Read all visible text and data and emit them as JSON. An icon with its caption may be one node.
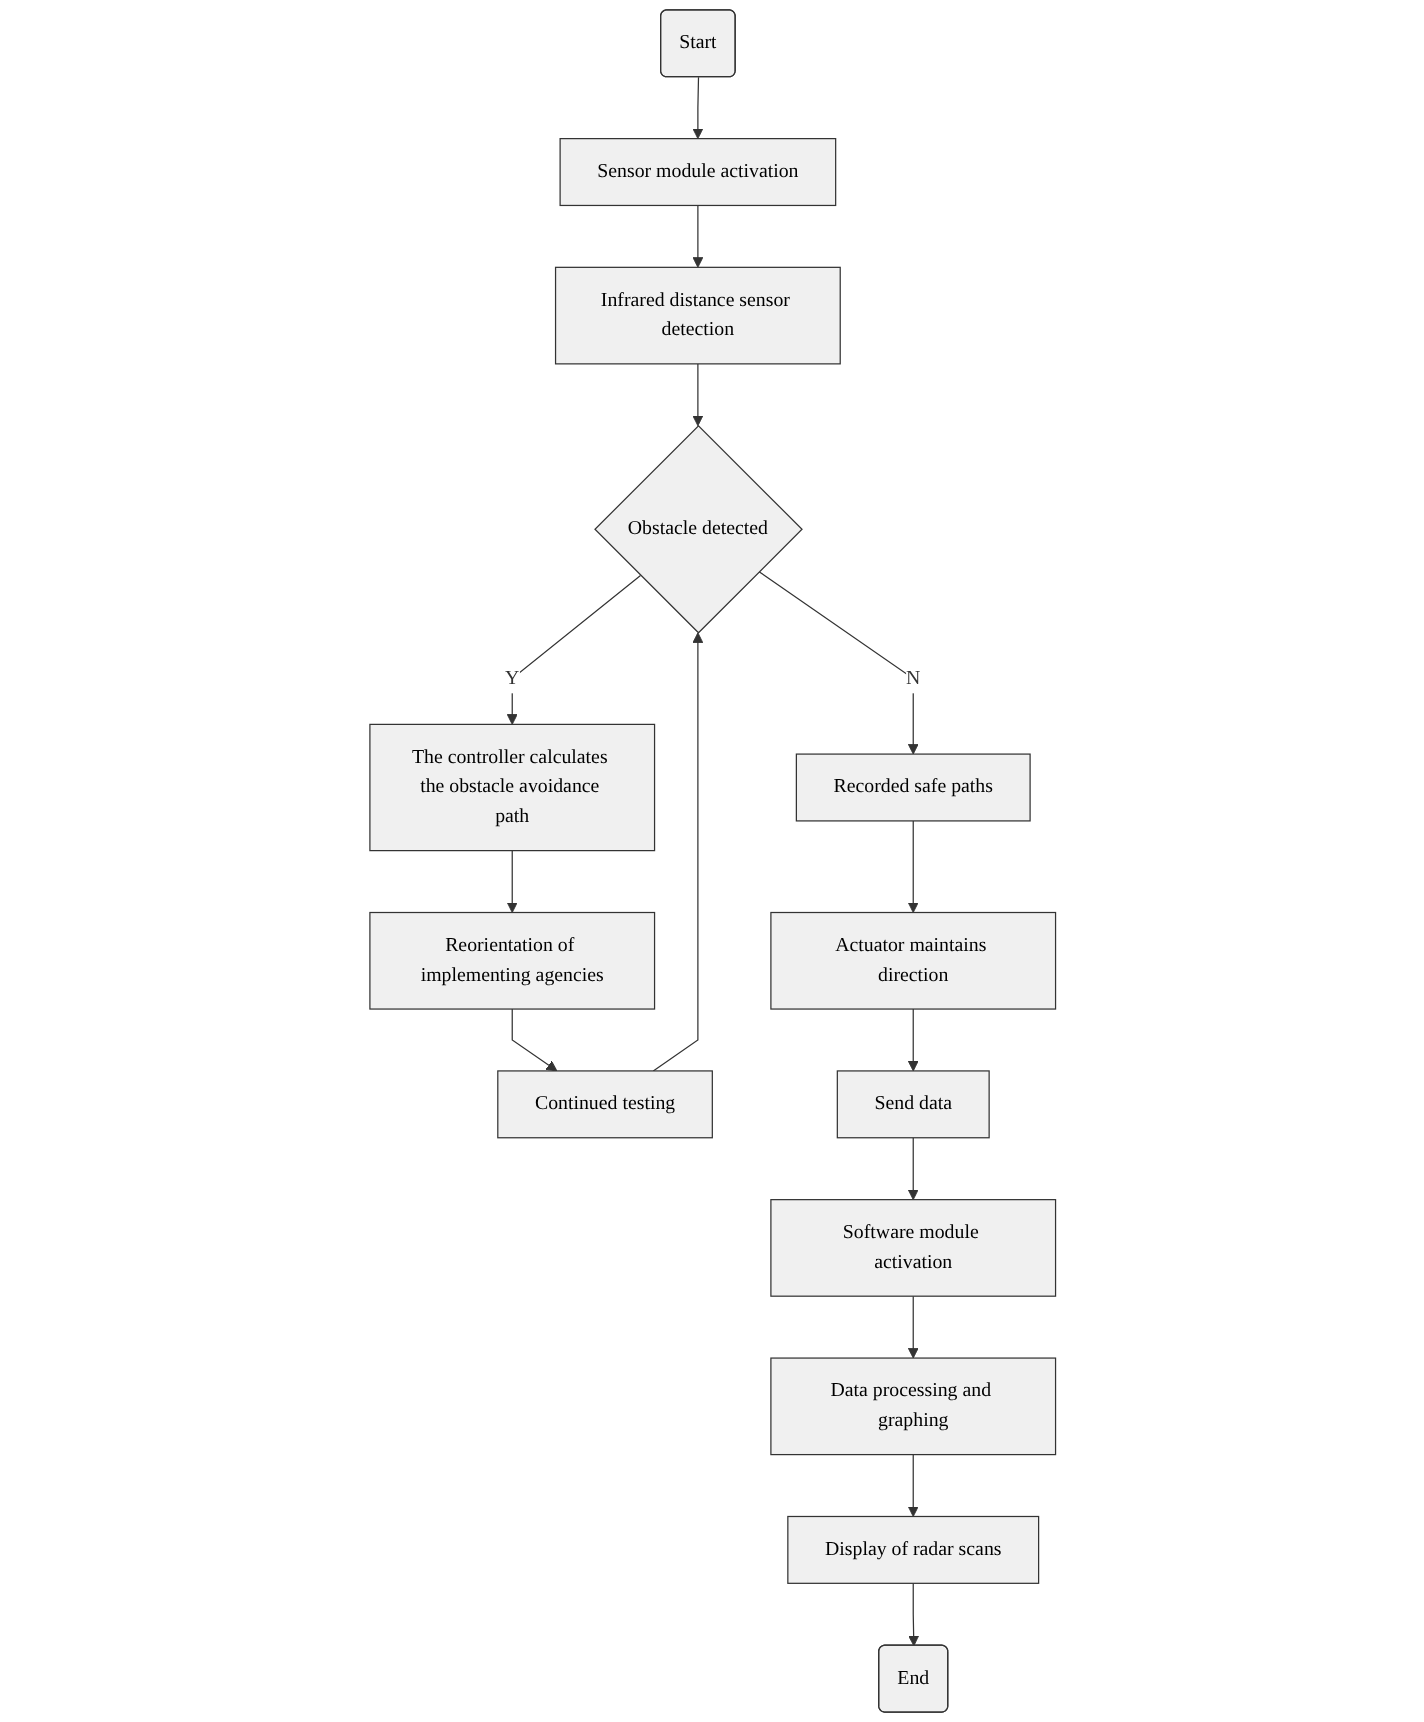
{
  "diagram": {
    "nodes": [
      {
        "text": [
          "Start"
        ]
      },
      {
        "text": [
          "Sensor module activation"
        ]
      },
      {
        "text": [
          "Infrared distance sensor detection"
        ]
      },
      {
        "text": [
          "Obstacle detected"
        ]
      },
      {
        "text": [
          "The controller calculates the obstacle avoidance path"
        ]
      },
      {
        "text": [
          "Reorientation of implementing agencies"
        ]
      },
      {
        "text": [
          "Continued testing"
        ]
      },
      {
        "text": [
          "Recorded safe paths"
        ]
      },
      {
        "text": [
          "Actuator maintains direction"
        ]
      },
      {
        "text": [
          "Send data"
        ]
      },
      {
        "text": [
          "Software module activation"
        ]
      },
      {
        "text": [
          "Data processing and graphing"
        ]
      },
      {
        "text": [
          "Display of radar scans"
        ]
      },
      {
        "text": [
          "End"
        ]
      }
    ],
    "edges": [
      {
        "from": 0,
        "to": 1,
        "arrow": "to"
      },
      {
        "from": 1,
        "to": 2,
        "arrow": "to"
      },
      {
        "from": 2,
        "to": 3,
        "arrow": "to"
      },
      {
        "from": 3,
        "to": 4,
        "label": "Y",
        "arrow": "to"
      },
      {
        "from": 3,
        "to": 7,
        "label": "N",
        "arrow": "to"
      },
      {
        "from": 4,
        "to": 5,
        "arrow": "to"
      },
      {
        "from": 5,
        "to": 6,
        "arrow": "to"
      },
      {
        "from": 6,
        "to": 3,
        "arrow": "to"
      },
      {
        "from": 7,
        "to": 8,
        "arrow": "to"
      },
      {
        "from": 8,
        "to": 9,
        "arrow": "to"
      },
      {
        "from": 9,
        "to": 10,
        "arrow": "to"
      },
      {
        "from": 10,
        "to": 11,
        "arrow": "to"
      },
      {
        "from": 11,
        "to": 12,
        "arrow": "to"
      },
      {
        "from": 12,
        "to": 13,
        "arrow": "to"
      }
    ]
  }
}
